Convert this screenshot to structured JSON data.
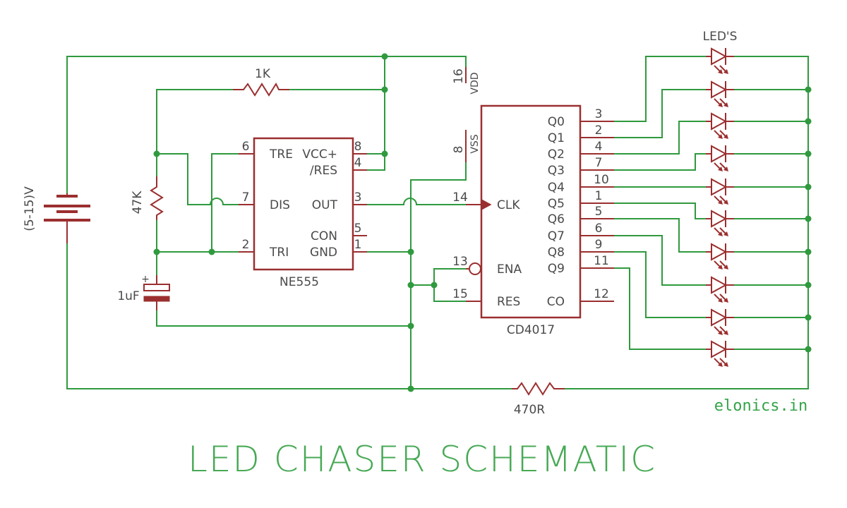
{
  "title": "LED CHASER SCHEMATIC",
  "brand": "elonics.in",
  "battery": {
    "label": "(5-15)V"
  },
  "resistors": {
    "r1": "1K",
    "r2": "47K",
    "r3": "470R"
  },
  "capacitor": {
    "label": "1uF",
    "polarity": "+"
  },
  "ne555": {
    "name": "NE555",
    "pins_left": [
      {
        "num": "6",
        "label": "TRE"
      },
      {
        "num": "7",
        "label": "DIS"
      },
      {
        "num": "2",
        "label": "TRI"
      }
    ],
    "pins_right": [
      {
        "num": "8",
        "label": "VCC+"
      },
      {
        "num": "4",
        "label": "/RES"
      },
      {
        "num": "3",
        "label": "OUT"
      },
      {
        "num": "5",
        "label": "CON"
      },
      {
        "num": "1",
        "label": "GND"
      }
    ]
  },
  "cd4017": {
    "name": "CD4017",
    "power": [
      {
        "num": "16",
        "label": "VDD"
      },
      {
        "num": "8",
        "label": "VSS"
      }
    ],
    "pins_left": [
      {
        "num": "14",
        "label": "CLK"
      },
      {
        "num": "13",
        "label": "ENA"
      },
      {
        "num": "15",
        "label": "RES"
      }
    ],
    "outputs": [
      {
        "num": "3",
        "label": "Q0"
      },
      {
        "num": "2",
        "label": "Q1"
      },
      {
        "num": "4",
        "label": "Q2"
      },
      {
        "num": "7",
        "label": "Q3"
      },
      {
        "num": "10",
        "label": "Q4"
      },
      {
        "num": "1",
        "label": "Q5"
      },
      {
        "num": "5",
        "label": "Q6"
      },
      {
        "num": "6",
        "label": "Q7"
      },
      {
        "num": "9",
        "label": "Q8"
      },
      {
        "num": "11",
        "label": "Q9"
      }
    ],
    "co": {
      "num": "12",
      "label": "CO"
    }
  },
  "leds": {
    "label": "LED'S",
    "count": 10
  },
  "colors": {
    "wire": "#2f9a3e",
    "part": "#9b2f2f",
    "text": "#4a4a4a",
    "title": "#47a955"
  }
}
